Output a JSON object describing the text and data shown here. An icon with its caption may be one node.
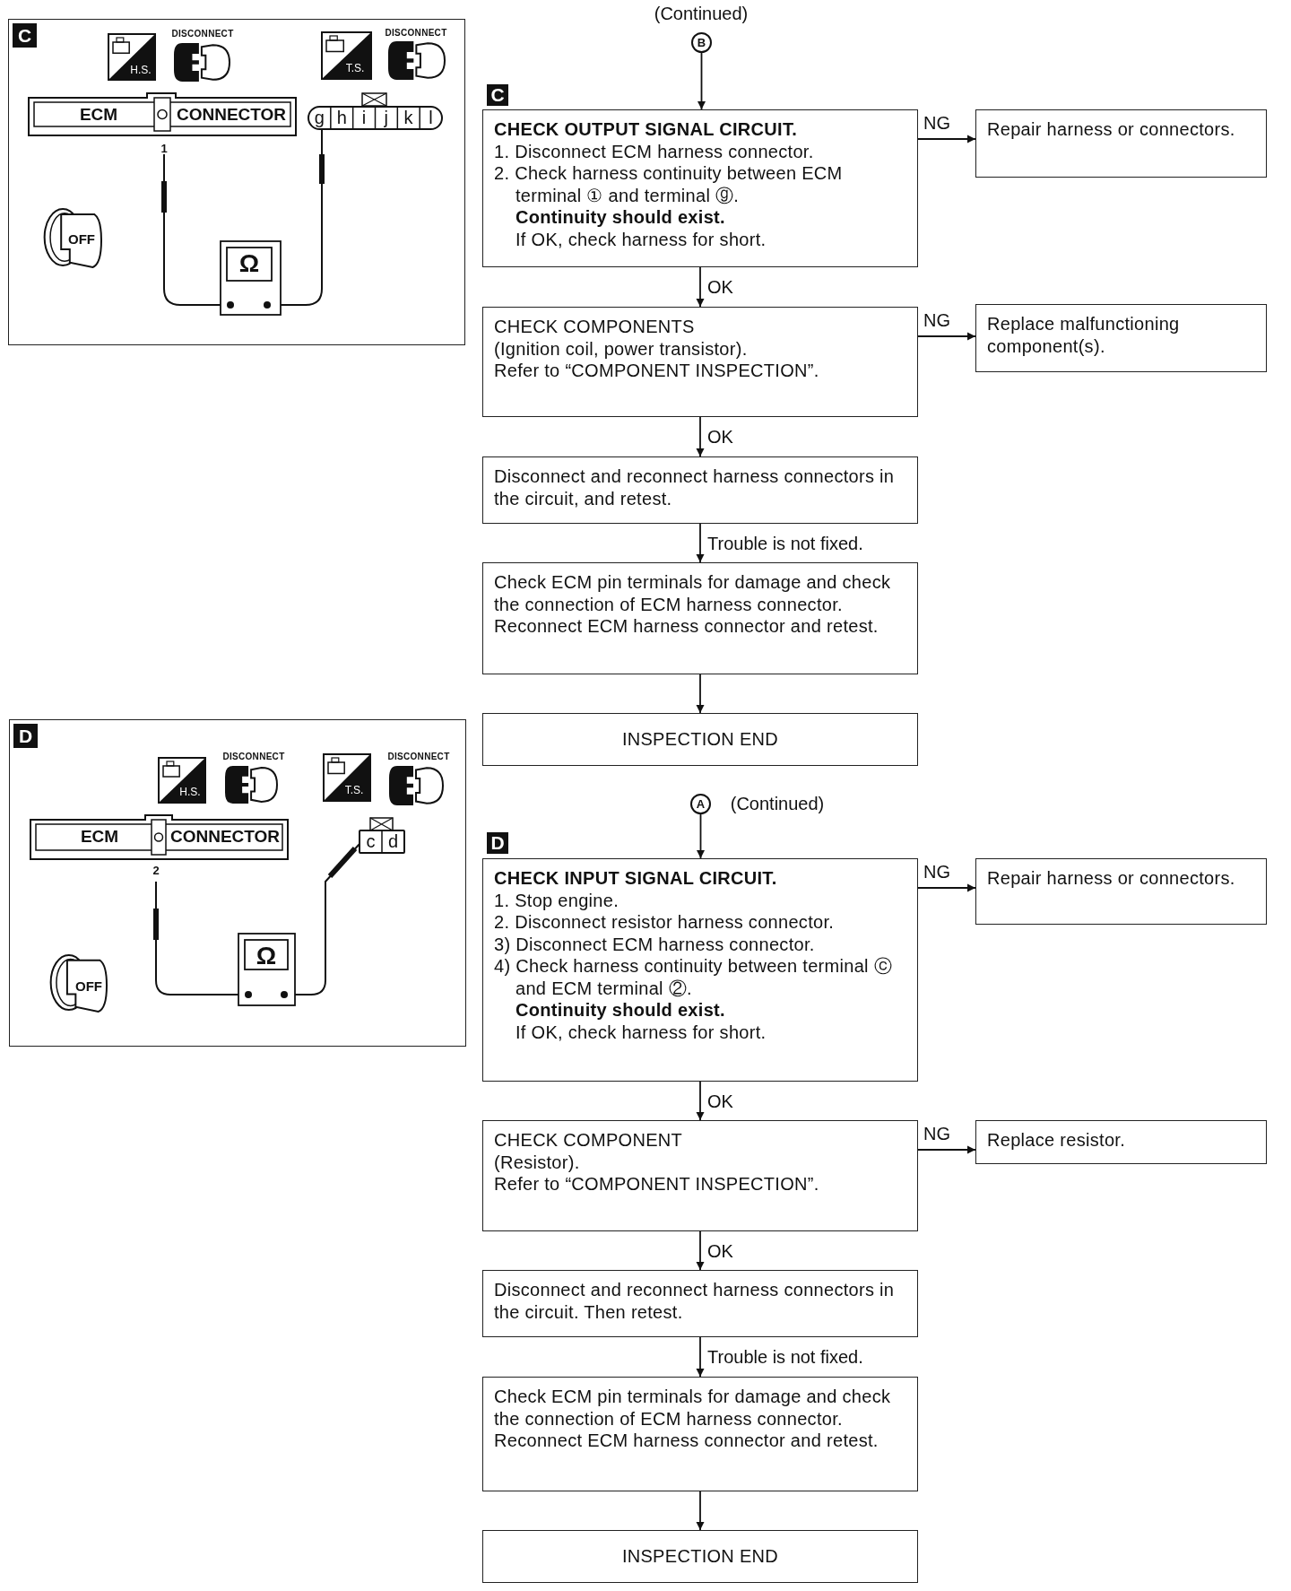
{
  "diagram": {
    "nodes": [
      {
        "text": [
          "B"
        ],
        "beside": [
          "(Continued)"
        ]
      },
      {
        "text": [
          "CHECK OUTPUT SIGNAL CIRCUIT.",
          "1. Disconnect ECM harness connector.",
          "2. Check harness continuity between ECM terminal ① and terminal ⓖ.",
          "Continuity should exist.",
          "If OK, check harness for short."
        ],
        "beside": [
          "C"
        ]
      },
      {
        "text": [
          "Repair harness or connectors."
        ]
      },
      {
        "text": [
          "CHECK COMPONENTS",
          "(Ignition coil, power transistor).",
          "Refer to “COMPONENT INSPECTION”."
        ]
      },
      {
        "text": [
          "Replace malfunctioning component(s)."
        ]
      },
      {
        "text": [
          "Disconnect and reconnect harness connectors in the circuit, and retest."
        ]
      },
      {
        "text": [
          "Check ECM pin terminals for damage and check the connection of ECM harness connector. Reconnect ECM harness connector and retest."
        ]
      },
      {
        "text": [
          "INSPECTION END"
        ]
      },
      {
        "text": [
          "A"
        ],
        "beside": [
          "(Continued)"
        ]
      },
      {
        "text": [
          "CHECK INPUT SIGNAL CIRCUIT.",
          "1. Stop engine.",
          "2. Disconnect resistor harness connector.",
          "3) Disconnect ECM harness connector.",
          "4) Check harness continuity between terminal ⓒ and ECM terminal ②.",
          "Continuity should exist.",
          "If OK, check harness for short."
        ],
        "beside": [
          "D"
        ]
      },
      {
        "text": [
          "Repair harness or connectors."
        ]
      },
      {
        "text": [
          "CHECK COMPONENT",
          "(Resistor).",
          "Refer to “COMPONENT INSPECTION”."
        ]
      },
      {
        "text": [
          "Replace resistor."
        ]
      },
      {
        "text": [
          "Disconnect and reconnect harness connectors in the circuit. Then retest."
        ]
      },
      {
        "text": [
          "Check ECM pin terminals for damage and check the connection of ECM harness connector. Reconnect ECM harness connector and retest."
        ]
      },
      {
        "text": [
          "INSPECTION END"
        ]
      },
      {
        "text": [
          "C"
        ]
      },
      {
        "text": [
          "D"
        ]
      }
    ],
    "edges": [
      {
        "from": 0,
        "to": 1,
        "arrow": "to"
      },
      {
        "from": 1,
        "to": 2,
        "arrow": "to",
        "label": "NG"
      },
      {
        "from": 1,
        "to": 3,
        "arrow": "to",
        "label": "OK"
      },
      {
        "from": 3,
        "to": 4,
        "arrow": "to",
        "label": "NG"
      },
      {
        "from": 3,
        "to": 5,
        "arrow": "to",
        "label": "OK"
      },
      {
        "from": 5,
        "to": 6,
        "arrow": "to",
        "label": "Trouble is not fixed."
      },
      {
        "from": 6,
        "to": 7,
        "arrow": "to"
      },
      {
        "from": 8,
        "to": 9,
        "arrow": "to"
      },
      {
        "from": 9,
        "to": 10,
        "arrow": "to",
        "label": "NG"
      },
      {
        "from": 9,
        "to": 11,
        "arrow": "to",
        "label": "OK"
      },
      {
        "from": 11,
        "to": 12,
        "arrow": "to",
        "label": "NG"
      },
      {
        "from": 11,
        "to": 13,
        "arrow": "to",
        "label": "OK"
      },
      {
        "from": 13,
        "to": 14,
        "arrow": "to",
        "label": "Trouble is not fixed."
      },
      {
        "from": 14,
        "to": 15,
        "arrow": "to"
      }
    ],
    "labels": [
      "DISCONNECT",
      "H.S.",
      "DISCONNECT",
      "T.S.",
      "ECM",
      "CONNECTOR",
      "g",
      "h",
      "i",
      "j",
      "k",
      "l",
      "1",
      "Ω",
      "OFF",
      "DISCONNECT",
      "H.S.",
      "DISCONNECT",
      "T.S.",
      "ECM",
      "CONNECTOR",
      "c",
      "d",
      "2",
      "Ω",
      "OFF"
    ]
  }
}
